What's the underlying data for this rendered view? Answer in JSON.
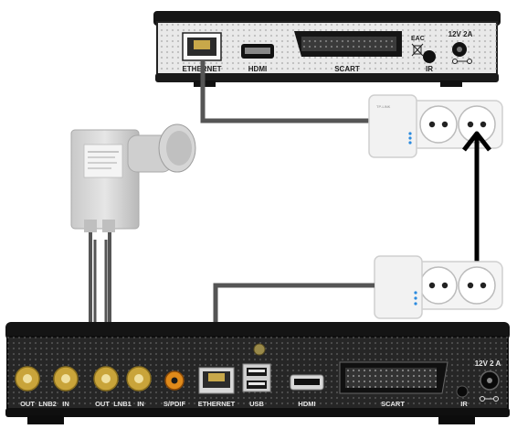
{
  "receiver_top": {
    "ports": {
      "ethernet": "ETHERNET",
      "hdmi": "HDMI",
      "scart": "SCART",
      "ir": "IR",
      "power": "12V 2A"
    },
    "marks": {
      "eac": "EAC"
    }
  },
  "receiver_bottom": {
    "ports": {
      "out_lnb2": "OUT",
      "lnb2": "LNB2",
      "in_lnb2": "IN",
      "out_lnb1": "OUT",
      "lnb1": "LNB1",
      "in_lnb1": "IN",
      "spdif": "S/PDIF",
      "ethernet": "ETHERNET",
      "usb": "USB",
      "hdmi": "HDMI",
      "scart": "SCART",
      "ir": "IR",
      "power": "12V 2 A"
    }
  },
  "adapter_top": {
    "brand": "TP-LINK"
  },
  "colors": {
    "cable": "#555555",
    "receiver_body": "#1e1e1e",
    "adapter": "#f2f2f2",
    "socket_plate": "#f4f4f4",
    "link_arrow": "#000000"
  }
}
